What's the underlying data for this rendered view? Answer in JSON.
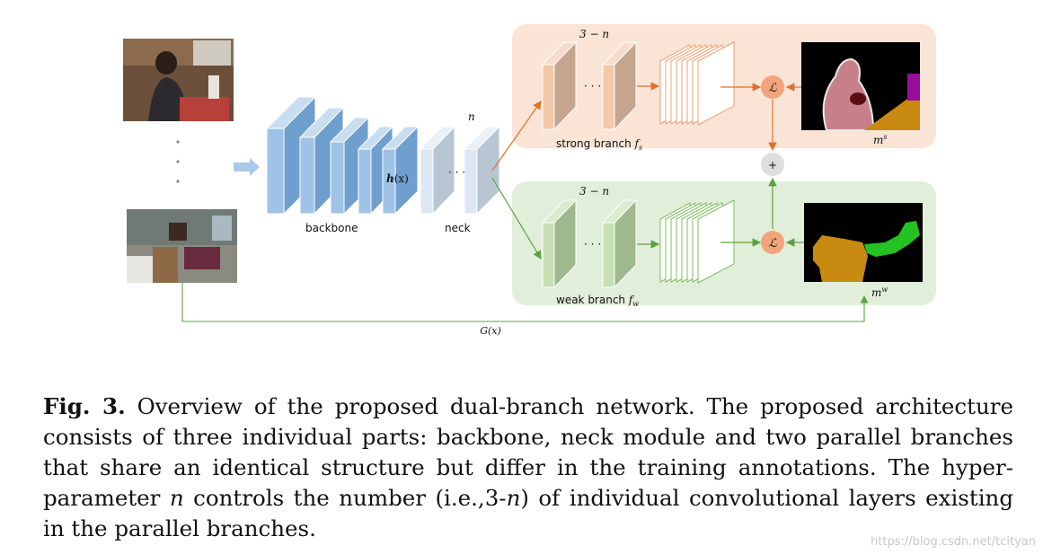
{
  "figure": {
    "labels": {
      "backbone": "backbone",
      "neck": "neck",
      "neck_n": "n",
      "h": "h",
      "h_x": "(x)",
      "strong_n": "3 − n",
      "weak_n": "3 − n",
      "strong_branch": "strong branch ",
      "strong_f": "f",
      "strong_sub": "s",
      "weak_branch": "weak branch ",
      "weak_f": "f",
      "weak_sub": "w",
      "loss_top": "ℒ",
      "loss_bottom": "ℒ",
      "plus": "+",
      "ms": "m",
      "ms_sup": "s",
      "mw": "m",
      "mw_sup": "w",
      "gx": "G(x)",
      "ellipsis": "· · ·"
    },
    "colors": {
      "strong_bg": "#f9e4d6",
      "weak_bg": "#e1efda",
      "strong_arrow": "#e2712a",
      "weak_arrow": "#5aa23f",
      "backbone_blue": "#9ec3e6",
      "loss_circle": "#f2a57c"
    }
  },
  "caption": {
    "fig_label": "Fig. 3.",
    "text_1": " Overview of the proposed dual-branch network. The proposed architecture consists of three individual parts: backbone, neck module and two parallel branches that share an identical structure but differ in the training annotations. The hyper-parameter ",
    "n1": "n",
    "text_2": " controls the number (i.e.,3-",
    "n2": "n",
    "text_3": ") of individual convolutional layers existing in the parallel branches."
  },
  "watermark": "https://blog.csdn.net/tcityan"
}
